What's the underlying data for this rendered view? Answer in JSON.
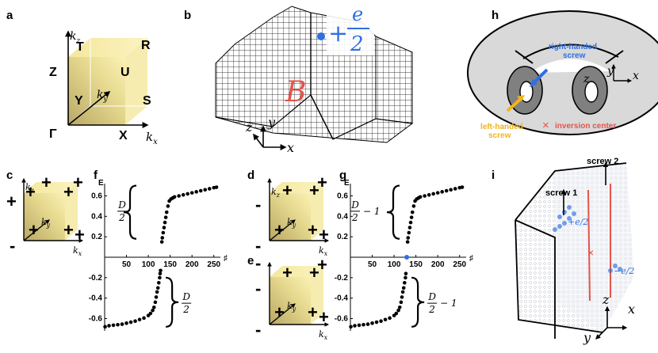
{
  "panels": {
    "a": "a",
    "b": "b",
    "c": "c",
    "d": "d",
    "e": "e",
    "f": "f",
    "g": "g",
    "h": "h",
    "i": "i"
  },
  "cube_a": {
    "points": {
      "T": "T",
      "R": "R",
      "Z": "Z",
      "U": "U",
      "Y": "Y",
      "S": "S",
      "Gamma": "Γ",
      "X": "X"
    },
    "axes": {
      "kx": "k",
      "kx_sub": "x",
      "ky": "k",
      "ky_sub": "y",
      "kz": "k",
      "kz_sub": "z"
    }
  },
  "panel_b": {
    "charge_num": "e",
    "charge_den": "2",
    "charge_sign": "+",
    "field": "B",
    "axes": {
      "x": "x",
      "y": "y",
      "z": "z"
    }
  },
  "panel_h": {
    "right_handed": [
      "right-handed",
      "screw"
    ],
    "left_handed": [
      "left-handed",
      "screw"
    ],
    "inversion": "inversion center",
    "inversion_mark": "×",
    "axes": {
      "x": "x",
      "y": "y",
      "z": "z"
    }
  },
  "panel_i": {
    "screw1": "screw 1",
    "screw2": "screw 2",
    "plus_charge": "+e/2",
    "minus_charge": "−e/2",
    "axes": {
      "x": "x",
      "y": "y",
      "z": "z"
    }
  },
  "signs": {
    "plus": "+",
    "minus": "-"
  },
  "charts": {
    "f": {
      "ylabel": "E",
      "xlabel": "♯",
      "upper_label": {
        "num": "D",
        "den": "2",
        "suffix": ""
      },
      "lower_label": {
        "num": "D",
        "den": "2",
        "suffix": ""
      }
    },
    "g": {
      "ylabel": "E",
      "xlabel": "♯",
      "upper_label": {
        "num": "D",
        "den": "2",
        "suffix": "− 1"
      },
      "lower_label": {
        "num": "D",
        "den": "2",
        "suffix": "− 1"
      }
    }
  },
  "chart_data": [
    {
      "type": "scatter",
      "panel": "f",
      "title": "",
      "xlabel": "♯",
      "ylabel": "E",
      "xlim": [
        0,
        265
      ],
      "ylim": [
        -0.72,
        0.72
      ],
      "xticks": [
        50,
        100,
        150,
        200,
        250
      ],
      "yticks": [
        -0.6,
        -0.4,
        -0.2,
        0.2,
        0.4,
        0.6
      ],
      "series": [
        {
          "x": [
            1,
            10,
            20,
            30,
            40,
            50,
            60,
            70,
            80,
            90,
            100,
            105,
            110,
            113,
            116,
            118,
            120,
            122,
            124,
            126,
            127,
            128
          ],
          "y": [
            -0.68,
            -0.67,
            -0.665,
            -0.66,
            -0.655,
            -0.645,
            -0.635,
            -0.625,
            -0.61,
            -0.595,
            -0.57,
            -0.55,
            -0.52,
            -0.49,
            -0.44,
            -0.39,
            -0.34,
            -0.3,
            -0.25,
            -0.2,
            -0.16,
            -0.13
          ]
        },
        {
          "x": [
            131,
            132,
            134,
            136,
            138,
            140,
            142,
            145,
            148,
            152,
            156,
            160,
            170,
            180,
            190,
            200,
            210,
            220,
            230,
            240,
            250,
            256
          ],
          "y": [
            0.15,
            0.19,
            0.24,
            0.29,
            0.34,
            0.39,
            0.44,
            0.5,
            0.55,
            0.57,
            0.58,
            0.59,
            0.6,
            0.61,
            0.62,
            0.63,
            0.64,
            0.65,
            0.66,
            0.67,
            0.68,
            0.685
          ]
        }
      ]
    },
    {
      "type": "scatter",
      "panel": "g",
      "title": "",
      "xlabel": "♯",
      "ylabel": "E",
      "xlim": [
        0,
        265
      ],
      "ylim": [
        -0.72,
        0.72
      ],
      "xticks": [
        50,
        100,
        150,
        200,
        250
      ],
      "yticks": [
        -0.6,
        -0.4,
        -0.2,
        0.2,
        0.4,
        0.6
      ],
      "highlight": {
        "x": 129,
        "y": 0.0,
        "color": "#2f6fe0"
      },
      "series": [
        {
          "x": [
            1,
            10,
            20,
            30,
            40,
            50,
            60,
            70,
            80,
            90,
            100,
            105,
            110,
            113,
            116,
            118,
            120,
            122,
            124,
            126,
            127
          ],
          "y": [
            -0.68,
            -0.67,
            -0.665,
            -0.66,
            -0.655,
            -0.645,
            -0.635,
            -0.625,
            -0.61,
            -0.595,
            -0.57,
            -0.55,
            -0.52,
            -0.49,
            -0.44,
            -0.39,
            -0.34,
            -0.3,
            -0.25,
            -0.2,
            -0.16
          ]
        },
        {
          "x": [
            131,
            132,
            134,
            136,
            138,
            140,
            142,
            145,
            148,
            152,
            156,
            160,
            170,
            180,
            190,
            200,
            210,
            220,
            230,
            240,
            250,
            256
          ],
          "y": [
            0.15,
            0.19,
            0.24,
            0.29,
            0.34,
            0.39,
            0.44,
            0.5,
            0.55,
            0.57,
            0.58,
            0.59,
            0.6,
            0.61,
            0.62,
            0.63,
            0.64,
            0.65,
            0.66,
            0.67,
            0.68,
            0.685
          ]
        }
      ]
    }
  ],
  "colors": {
    "blue": "#2f6fe0",
    "red": "#e5534b",
    "orange": "#f2b418",
    "gold": "#f3e08a",
    "grey": "#d9d9d9"
  }
}
